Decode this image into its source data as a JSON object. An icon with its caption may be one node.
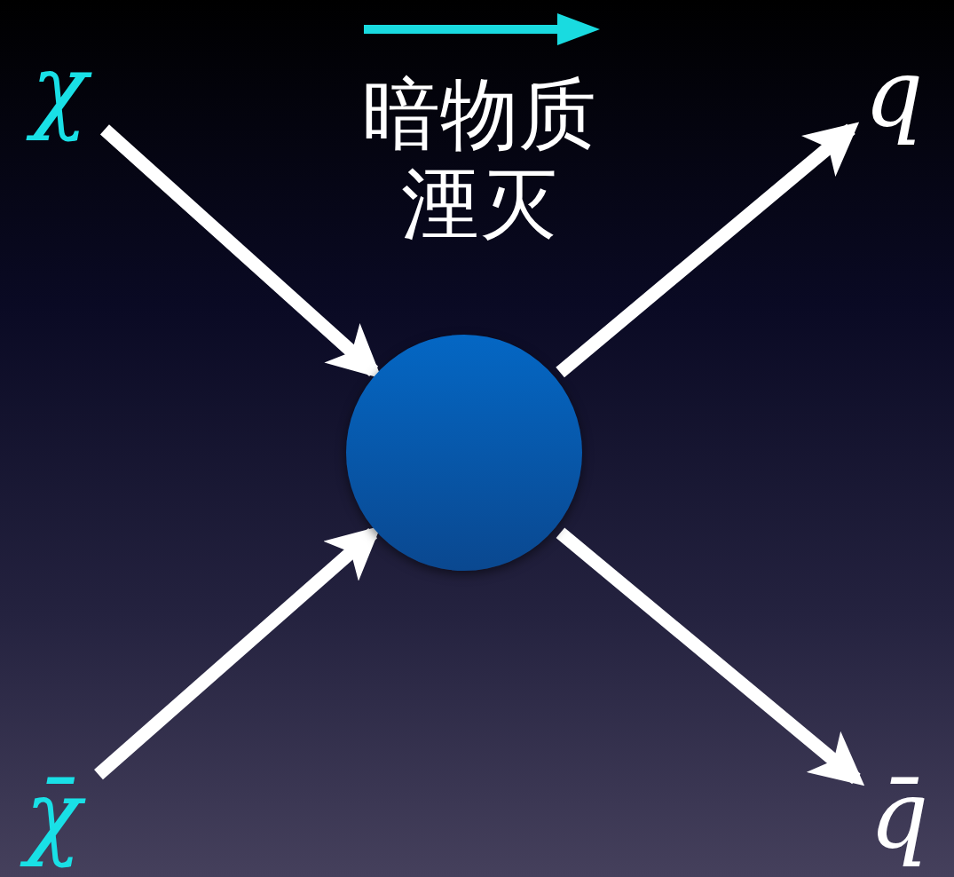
{
  "diagram": {
    "nodes": [
      {
        "text": [
          "χ"
        ]
      },
      {
        "text": [
          "q"
        ]
      },
      {
        "text": [],
        "shape": "circle"
      },
      {
        "text": [
          "χ̄"
        ]
      },
      {
        "text": [
          "q̄"
        ]
      }
    ],
    "edges": [
      {
        "from": 0,
        "to": 2,
        "arrow": "to"
      },
      {
        "from": 2,
        "to": 1,
        "arrow": "to"
      },
      {
        "from": 3,
        "to": 2,
        "arrow": "to"
      },
      {
        "from": 2,
        "to": 4,
        "arrow": "to"
      }
    ],
    "labels": [
      "暗物质湮灭"
    ]
  }
}
